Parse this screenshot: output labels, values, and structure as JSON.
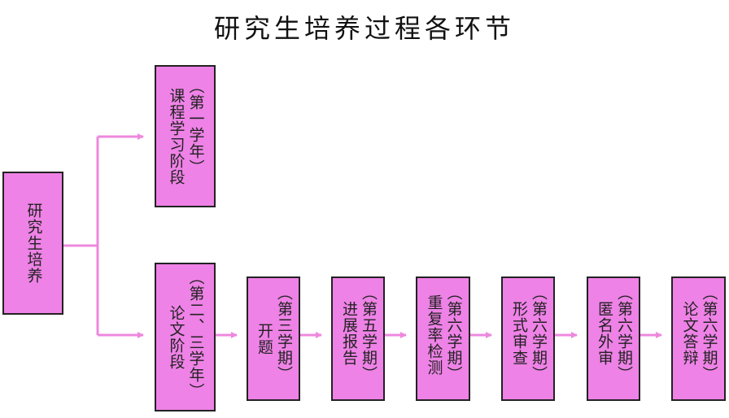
{
  "title": "研究生培养过程各环节",
  "colors": {
    "box_fill": "#ee82e6",
    "connector": "#ee88dd",
    "border": "#222222"
  },
  "root": {
    "label": "研究生培养"
  },
  "stages": [
    {
      "label": "课程学习阶段",
      "period": "（第一学年）"
    },
    {
      "label": "论文阶段",
      "period": "（第二、三学年）"
    }
  ],
  "steps": [
    {
      "label": "开题",
      "period": "（第三学期）"
    },
    {
      "label": "进展报告",
      "period": "（第五学期）"
    },
    {
      "label": "重复率检测",
      "period": "（第六学期）"
    },
    {
      "label": "形式审查",
      "period": "（第六学期）"
    },
    {
      "label": "匿名外审",
      "period": "（第六学期）"
    },
    {
      "label": "论文答辩",
      "period": "（第六学期）"
    }
  ]
}
